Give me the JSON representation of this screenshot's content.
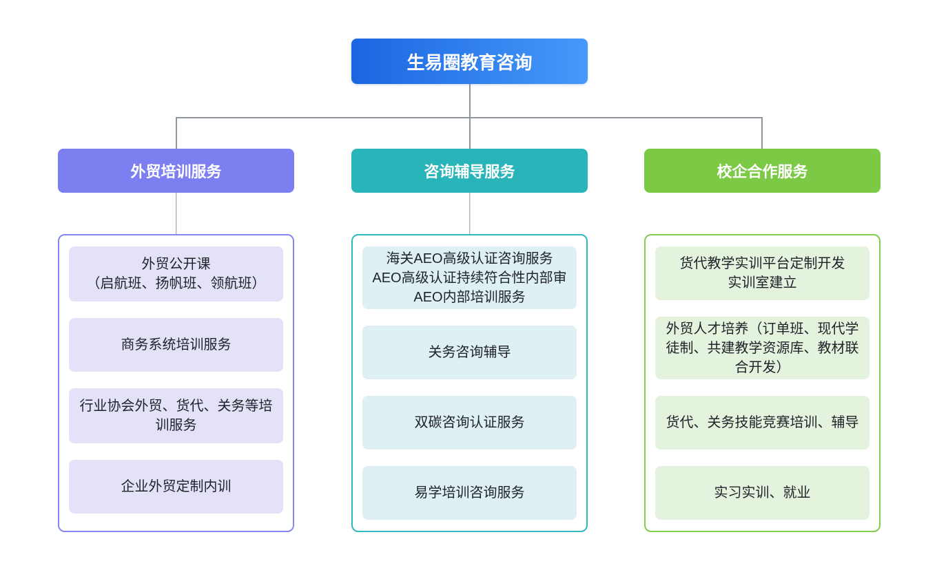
{
  "root": {
    "label": "生易圈教育咨询"
  },
  "branches": [
    {
      "label": "外贸培训服务",
      "theme": {
        "header_bg": "#7c7ff0",
        "container_border": "#8486f2",
        "item_bg": "#e4e2f8"
      },
      "items": [
        {
          "lines": [
            "外贸公开课",
            "（启航班、扬帆班、领航班）"
          ]
        },
        {
          "lines": [
            "商务系统培训服务"
          ]
        },
        {
          "lines": [
            "行业协会外贸、货代、关务等培训服务"
          ]
        },
        {
          "lines": [
            "企业外贸定制内训"
          ]
        }
      ]
    },
    {
      "label": "咨询辅导服务",
      "theme": {
        "header_bg": "#29b4ba",
        "container_border": "#2fb8be",
        "item_bg": "#def0f3"
      },
      "items": [
        {
          "lines": [
            "海关AEO高级认证咨询服务",
            "AEO高级认证持续符合性内部审",
            "AEO内部培训服务"
          ]
        },
        {
          "lines": [
            "关务咨询辅导"
          ]
        },
        {
          "lines": [
            "双碳咨询认证服务"
          ]
        },
        {
          "lines": [
            "易学培训咨询服务"
          ]
        }
      ]
    },
    {
      "label": "校企合作服务",
      "theme": {
        "header_bg": "#7bc944",
        "container_border": "#82cd50",
        "item_bg": "#e3f3de"
      },
      "items": [
        {
          "lines": [
            "货代教学实训平台定制开发",
            "实训室建立"
          ]
        },
        {
          "lines": [
            "外贸人才培养（订单班、现代学徒制、共建教学资源库、教材联合开发）"
          ]
        },
        {
          "lines": [
            "货代、关务技能竞赛培训、辅导"
          ]
        },
        {
          "lines": [
            "实习实训、就业"
          ]
        }
      ]
    }
  ],
  "colors": {
    "root_gradient_start": "#1b66e1",
    "root_gradient_end": "#4699fa",
    "connector": "#8f959c",
    "item_text": "#1f2329",
    "node_text": "#ffffff",
    "background": "#ffffff"
  }
}
